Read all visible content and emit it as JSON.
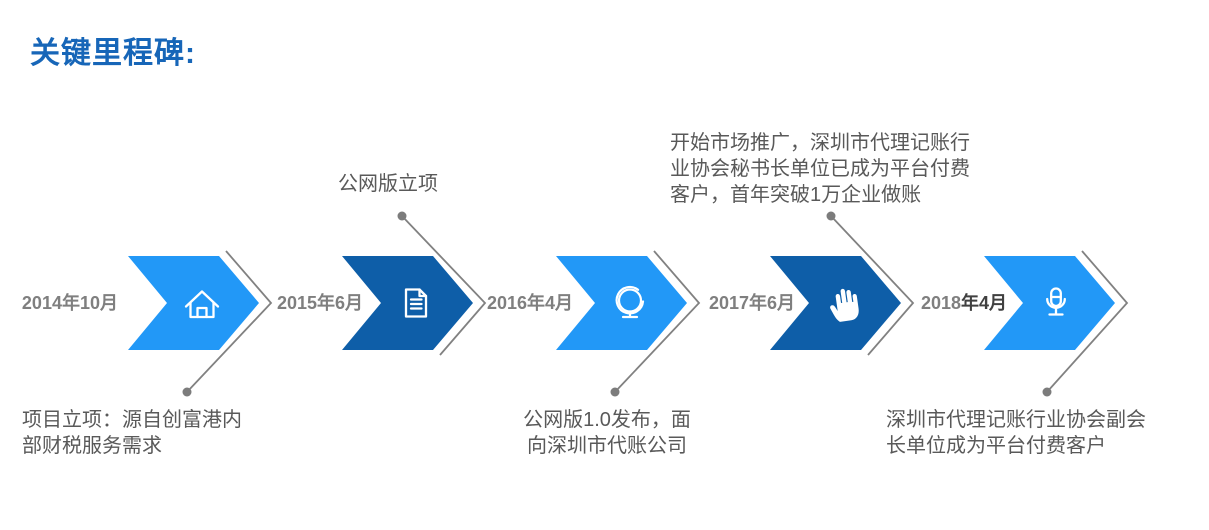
{
  "title": "关键里程碑:",
  "colors": {
    "title_blue": "#1766b8",
    "chevron_light_blue": "#2298f7",
    "chevron_dark_blue": "#0e5ea8",
    "connector_gray": "#818181",
    "annotation_text_gray": "#595959",
    "date_text_gray": "#7f7f7f"
  },
  "milestones": [
    {
      "date": "2014年10月",
      "icon": "home-icon",
      "chevron_color": "light-blue",
      "annotation": "项目立项：源自创富港内\n部财税服务需求",
      "annotation_position": "below"
    },
    {
      "date": "2015年6月",
      "icon": "document-icon",
      "chevron_color": "dark-blue",
      "annotation": "公网版立项",
      "annotation_position": "above"
    },
    {
      "date": "2016年4月",
      "icon": "globe-icon",
      "chevron_color": "light-blue",
      "annotation": "公网版1.0发布，面\n向深圳市代账公司",
      "annotation_position": "below"
    },
    {
      "date": "2017年6月",
      "icon": "hand-icon",
      "chevron_color": "dark-blue",
      "annotation": "开始市场推广，深圳市代理记账行\n业协会秘书长单位已成为平台付费\n客户，首年突破1万企业做账",
      "annotation_position": "above"
    },
    {
      "date": "2018",
      "date2": "年4月",
      "icon": "microphone-icon",
      "chevron_color": "light-blue",
      "annotation": "深圳市代理记账行业协会副会\n长单位成为平台付费客户",
      "annotation_position": "below"
    }
  ]
}
